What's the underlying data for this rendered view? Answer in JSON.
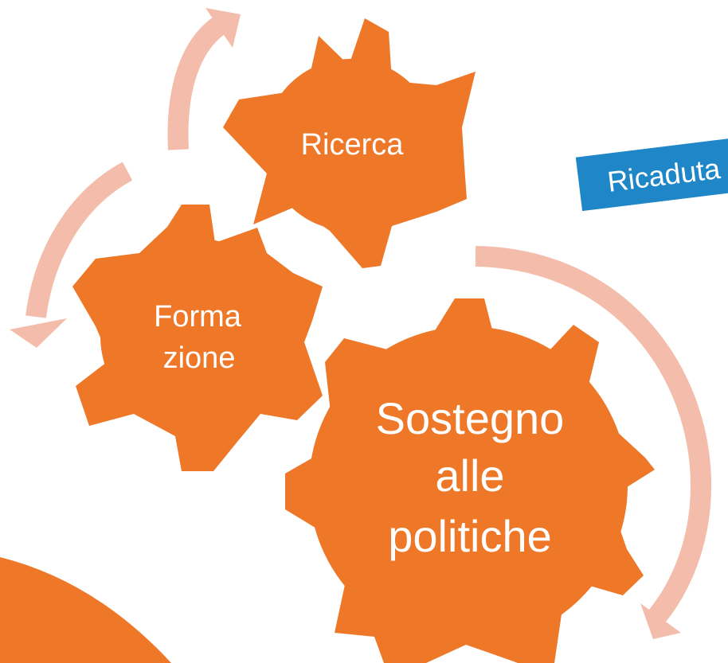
{
  "colors": {
    "gear": "#EE7728",
    "arrow": "#F4BCAA",
    "badge": "#1F86C8",
    "label": "#FFFFFF"
  },
  "gears": {
    "ricerca": {
      "label": "Ricerca"
    },
    "formazione": {
      "line1": "Forma",
      "line2": "zione"
    },
    "sostegno": {
      "line1": "Sostegno",
      "line2": "alle",
      "line3": "politiche"
    }
  },
  "badge": {
    "label": "Ricaduta"
  }
}
